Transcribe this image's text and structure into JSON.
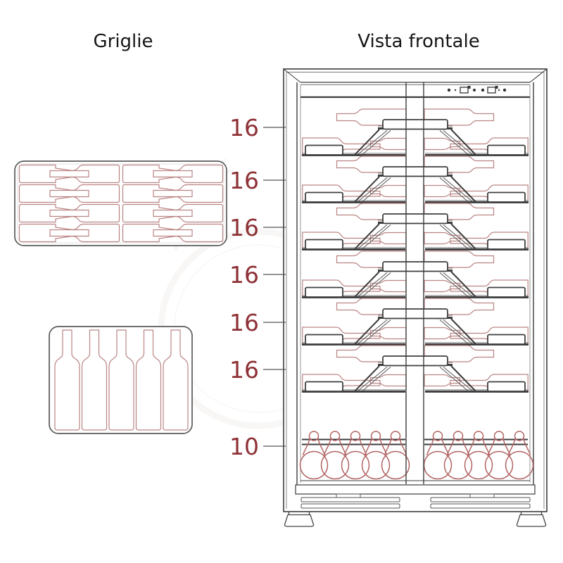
{
  "titles": {
    "left": "Griglie",
    "right": "Vista frontale"
  },
  "front_view": {
    "labels": [
      "16",
      "16",
      "16",
      "16",
      "16",
      "16",
      "10"
    ],
    "shelf_count": 6,
    "door_count": 2,
    "standing_bottles_per_door": 5,
    "control_panel_icons": [
      "led-dot",
      "dot",
      "display-icon",
      "led-dot",
      "led-dot",
      "display-icon",
      "dot",
      "led-dot"
    ]
  },
  "grilles": {
    "lying_grille": {
      "rows": 4,
      "columns": 2,
      "bottle_outlines": 16
    },
    "standing_grille": {
      "bottle_outlines": 5
    }
  },
  "colors": {
    "label_red": "#8e3237",
    "bottle_outline_red": "#bb8484",
    "standing_bottle_red": "#b26363",
    "cabinet_line": "#3c3c3c",
    "background": "#ffffff"
  }
}
